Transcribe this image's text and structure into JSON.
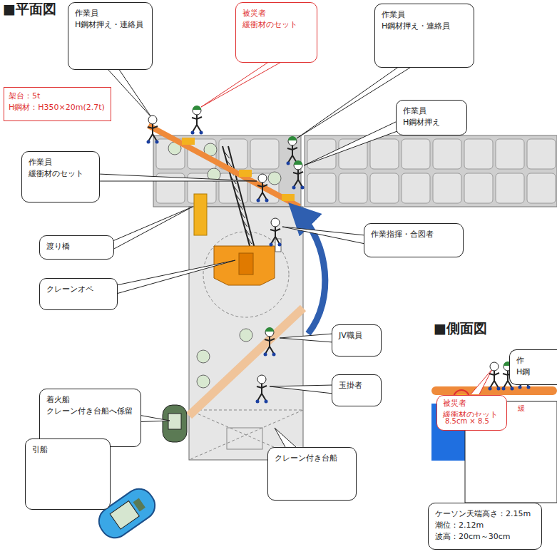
{
  "diagram": {
    "title": "■平面図",
    "nodes": [
      {
        "text": [
          "作業員",
          "H鋼材押え・連絡員"
        ]
      },
      {
        "text": [
          "被災者",
          "緩衝材のセット"
        ]
      },
      {
        "text": [
          "作業員",
          "H鋼材押え・連絡員"
        ]
      },
      {
        "text": [
          "架台：5t",
          "H鋼材：H350×20m(2.7t)"
        ]
      },
      {
        "text": [
          "作業員",
          "H鋼材押え"
        ]
      },
      {
        "text": [
          "作業員",
          "緩衝材のセット"
        ]
      },
      {
        "text": [
          "渡り橋"
        ]
      },
      {
        "text": [
          "作業指揮・合図者"
        ]
      },
      {
        "text": [
          "クレーンオペ"
        ]
      },
      {
        "text": [
          "JV職員"
        ]
      },
      {
        "text": [
          "着火船",
          "クレーン付き台船へ係留"
        ]
      },
      {
        "text": [
          "玉掛者"
        ]
      },
      {
        "text": [
          "引船"
        ]
      },
      {
        "text": [
          "クレーン付き台船"
        ]
      },
      {
        "text": [
          "被災者",
          "緩衝材のセット"
        ]
      },
      {
        "text": [
          "作",
          "H鋼"
        ]
      },
      {
        "text": [
          "ケーソン天端高さ：2.15m",
          "潮位：2.12m",
          "波高：20cm～30cm"
        ]
      }
    ],
    "labels": [
      "■側面図",
      "8.5cm × 8.5",
      "緩"
    ]
  }
}
